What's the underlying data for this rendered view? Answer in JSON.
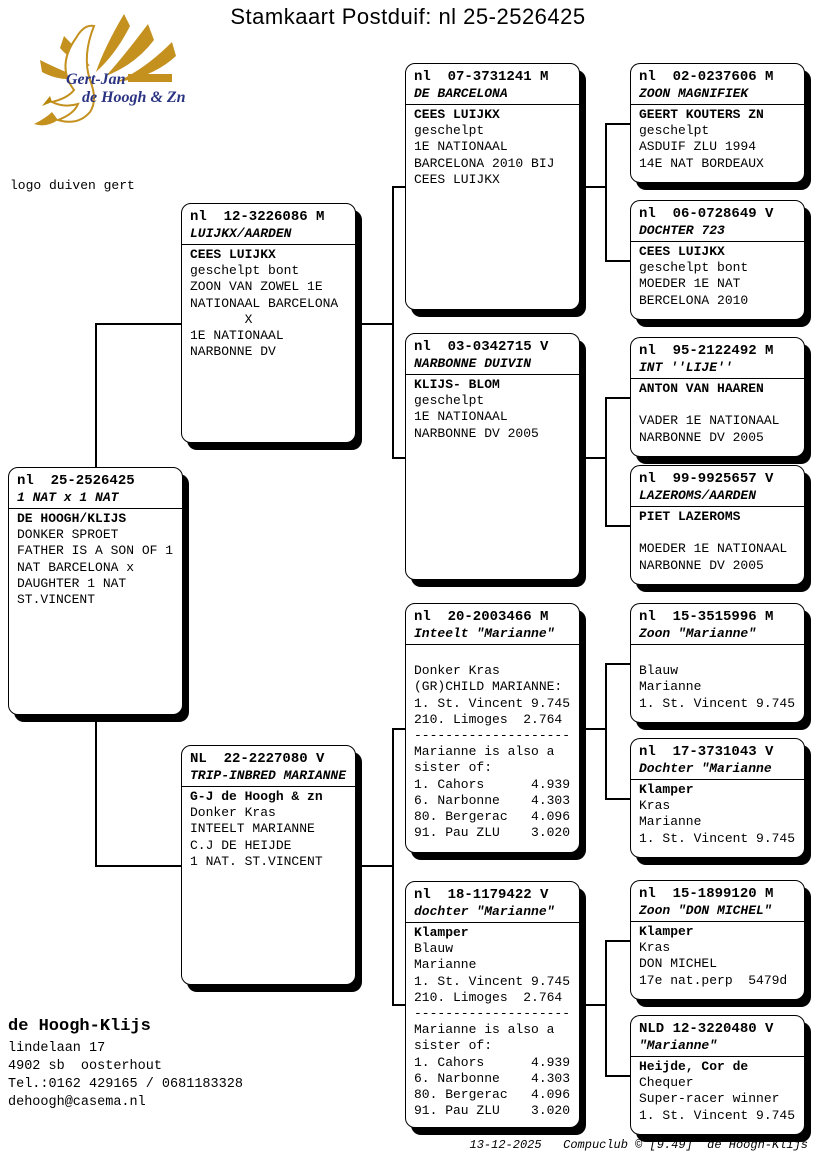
{
  "title": "Stamkaart Postduif: nl  25-2526425",
  "logo": {
    "line1": "Gert-Jan",
    "line2": "de Hoogh & Zn",
    "caption": "logo duiven gert",
    "gold": "#c4911f",
    "navy": "#2b3482"
  },
  "pedigree": {
    "subject": {
      "ring": "nl  25-2526425",
      "name": "1 NAT x 1 NAT",
      "owner": "DE HOOGH/KLIJS",
      "lines": [
        "DONKER SPROET",
        "FATHER IS A SON OF 1",
        "NAT BARCELONA x",
        "DAUGHTER 1 NAT",
        "ST.VINCENT"
      ]
    },
    "gen2": [
      {
        "ring": "nl  12-3226086 M",
        "name": "LUIJKX/AARDEN",
        "owner": "CEES LUIJKX",
        "lines": [
          "geschelpt bont",
          "ZOON VAN ZOWEL 1E",
          "NATIONAAL BARCELONA",
          "       X",
          "1E NATIONAAL",
          "NARBONNE DV"
        ]
      },
      {
        "ring": "NL  22-2227080 V",
        "name": "TRIP-INBRED MARIANNE",
        "owner": "G-J de Hoogh & zn",
        "lines": [
          "Donker Kras",
          "INTEELT MARIANNE",
          "C.J DE HEIJDE",
          "1 NAT. ST.VINCENT"
        ]
      }
    ],
    "gen3": [
      {
        "ring": "nl  07-3731241 M",
        "name": "DE BARCELONA",
        "owner": "CEES LUIJKX",
        "lines": [
          "geschelpt",
          "1E NATIONAAL",
          "BARCELONA 2010 BIJ",
          "CEES LUIJKX"
        ]
      },
      {
        "ring": "nl  03-0342715 V",
        "name": "NARBONNE DUIVIN",
        "owner": "KLIJS- BLOM",
        "lines": [
          "geschelpt",
          "1E NATIONAAL",
          "NARBONNE DV 2005"
        ]
      },
      {
        "ring": "nl  20-2003466 M",
        "name": "Inteelt \"Marianne\"",
        "owner": "",
        "lines": [
          "Donker Kras",
          "(GR)CHILD MARIANNE:",
          "1. St. Vincent 9.745",
          "210. Limoges  2.764",
          "--------------------",
          "Marianne is also a",
          "sister of:",
          "1. Cahors      4.939",
          "6. Narbonne    4.303",
          "80. Bergerac   4.096",
          "91. Pau ZLU    3.020"
        ]
      },
      {
        "ring": "nl  18-1179422 V",
        "name": "dochter \"Marianne\"",
        "owner": "Klamper",
        "lines": [
          "Blauw",
          "Marianne",
          "1. St. Vincent 9.745",
          "210. Limoges  2.764",
          "--------------------",
          "Marianne is also a",
          "sister of:",
          "1. Cahors      4.939",
          "6. Narbonne    4.303",
          "80. Bergerac   4.096",
          "91. Pau ZLU    3.020"
        ]
      }
    ],
    "gen4": [
      {
        "ring": "nl  02-0237606 M",
        "name": "ZOON MAGNIFIEK",
        "owner": "GEERT KOUTERS ZN",
        "lines": [
          "geschelpt",
          "ASDUIF ZLU 1994",
          "14E NAT BORDEAUX"
        ]
      },
      {
        "ring": "nl  06-0728649 V",
        "name": "DOCHTER 723",
        "owner": "CEES LUIJKX",
        "lines": [
          "geschelpt bont",
          "MOEDER 1E NAT",
          "BERCELONA 2010"
        ]
      },
      {
        "ring": "nl  95-2122492 M",
        "name": "INT ''LIJE''",
        "owner": "ANTON VAN HAAREN",
        "lines": [
          "",
          "VADER 1E NATIONAAL",
          "NARBONNE DV 2005"
        ]
      },
      {
        "ring": "nl  99-9925657 V",
        "name": "LAZEROMS/AARDEN",
        "owner": "PIET LAZEROMS",
        "lines": [
          "",
          "MOEDER 1E NATIONAAL",
          "NARBONNE DV 2005"
        ]
      },
      {
        "ring": "nl  15-3515996 M",
        "name": "Zoon \"Marianne\"",
        "owner": "",
        "lines": [
          "Blauw",
          "Marianne",
          "1. St. Vincent 9.745"
        ]
      },
      {
        "ring": "nl  17-3731043 V",
        "name": "Dochter \"Marianne",
        "owner": "Klamper",
        "lines": [
          "Kras",
          "Marianne",
          "1. St. Vincent 9.745"
        ]
      },
      {
        "ring": "nl  15-1899120 M",
        "name": "Zoon \"DON MICHEL\"",
        "owner": "Klamper",
        "lines": [
          "Kras",
          "DON MICHEL",
          "17e nat.perp  5479d"
        ]
      },
      {
        "ring": "NLD 12-3220480 V",
        "name": "\"Marianne\"",
        "owner": "Heijde, Cor de",
        "lines": [
          "Chequer",
          "Super-racer winner",
          "1. St. Vincent 9.745"
        ]
      }
    ]
  },
  "owner_block": {
    "name": "de Hoogh-Klijs",
    "lines": [
      "lindelaan 17",
      "4902 sb  oosterhout",
      "Tel.:0162 429165 / 0681183328",
      "dehoogh@casema.nl"
    ]
  },
  "footer": "13-12-2025   Compuclub © [9.49]  de Hoogh-Klijs"
}
